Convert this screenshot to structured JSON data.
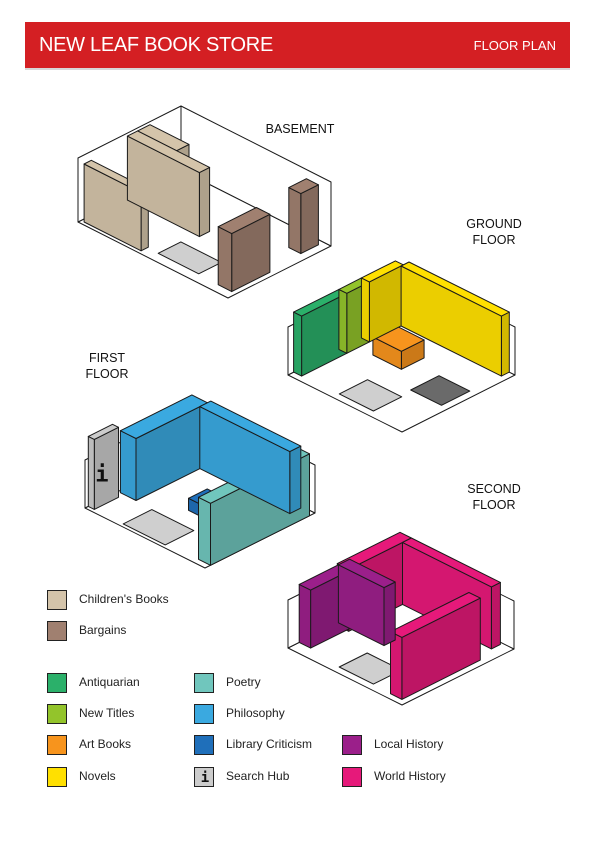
{
  "header": {
    "store_name": "NEW LEAF BOOK STORE",
    "plan_label": "FLOOR PLAN",
    "bar_color": "#d41f23"
  },
  "floors": [
    {
      "id": "basement",
      "label_lines": [
        "BASEMENT"
      ]
    },
    {
      "id": "ground",
      "label_lines": [
        "GROUND",
        "FLOOR"
      ]
    },
    {
      "id": "first",
      "label_lines": [
        "FIRST",
        "FLOOR"
      ]
    },
    {
      "id": "second",
      "label_lines": [
        "SECOND",
        "FLOOR"
      ]
    }
  ],
  "info_icon": {
    "glyph": "i",
    "icon": "info-icon"
  },
  "legend": [
    {
      "id": "childrens",
      "label": "Children's Books",
      "color": "#d4c4aa"
    },
    {
      "id": "bargains",
      "label": "Bargains",
      "color": "#a08070"
    },
    {
      "id": "antiquarian",
      "label": "Antiquarian",
      "color": "#2bb06a"
    },
    {
      "id": "new-titles",
      "label": "New Titles",
      "color": "#93c42b"
    },
    {
      "id": "art-books",
      "label": "Art Books",
      "color": "#f7941d"
    },
    {
      "id": "novels",
      "label": "Novels",
      "color": "#ffe000"
    },
    {
      "id": "poetry",
      "label": "Poetry",
      "color": "#70c6bd"
    },
    {
      "id": "philosophy",
      "label": "Philosophy",
      "color": "#3aa9e0"
    },
    {
      "id": "library-criticism",
      "label": "Library Criticism",
      "color": "#1f6fba"
    },
    {
      "id": "search-hub",
      "label": "Search Hub",
      "color": "#cccccc",
      "glyph": "i"
    },
    {
      "id": "local-history",
      "label": "Local History",
      "color": "#9b1f8a"
    },
    {
      "id": "world-history",
      "label": "World History",
      "color": "#e6197a"
    }
  ],
  "stairs_color": "#cfcfcf",
  "dark_stairs_color": "#6a6a6a"
}
